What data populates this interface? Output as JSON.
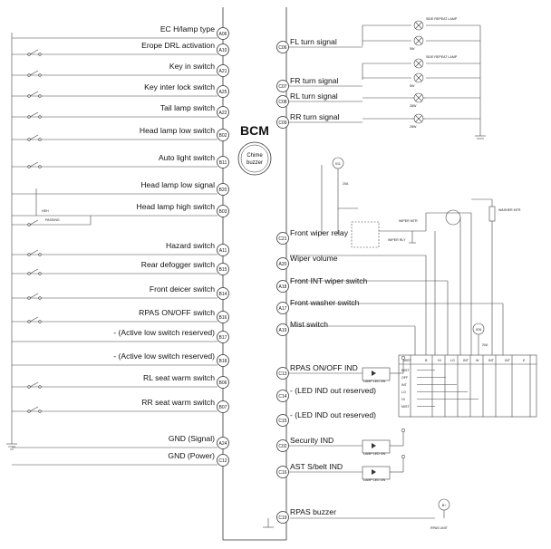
{
  "bcm": {
    "title": "BCM",
    "chime": [
      "Chime",
      "buzzer"
    ]
  },
  "inputs": [
    {
      "label": "EC H/lamp type",
      "pin": "A06",
      "sw": false
    },
    {
      "label": "Erope DRL activation",
      "pin": "A10",
      "sw": true
    },
    {
      "label": "Key in switch",
      "pin": "A21",
      "sw": true
    },
    {
      "label": "Key inter lock switch",
      "pin": "A25",
      "sw": true
    },
    {
      "label": "Tail lamp switch",
      "pin": "A22",
      "sw": true
    },
    {
      "label": "Head lamp low switch",
      "pin": "B02",
      "sw": true
    },
    {
      "label": "Auto light switch",
      "pin": "B11",
      "sw": true
    },
    {
      "label": "Head lamp low signal",
      "pin": "B20",
      "sw": false
    },
    {
      "label": "Head lamp high switch",
      "pin": "B03",
      "sw": false
    },
    {
      "label": "Hazard switch",
      "pin": "A11",
      "sw": true
    },
    {
      "label": "Rear defogger switch",
      "pin": "B15",
      "sw": true
    },
    {
      "label": "Front deicer switch",
      "pin": "B14",
      "sw": true
    },
    {
      "label": "RPAS ON/OFF switch",
      "pin": "B16",
      "sw": true
    },
    {
      "label": "- (Active low switch reserved)",
      "pin": "B17",
      "sw": false
    },
    {
      "label": "- (Active low switch reserved)",
      "pin": "B18",
      "sw": false
    },
    {
      "label": "RL seat warm switch",
      "pin": "B06",
      "sw": true
    },
    {
      "label": "RR seat warm switch",
      "pin": "B07",
      "sw": true
    },
    {
      "label": "GND (Signal)",
      "pin": "A24",
      "sw": false
    },
    {
      "label": "GND (Power)",
      "pin": "C12",
      "sw": false
    }
  ],
  "outputs": [
    {
      "label": "FL turn signal",
      "pin": "C06"
    },
    {
      "label": "FR turn signal",
      "pin": "C07"
    },
    {
      "label": "RL turn signal",
      "pin": "C08"
    },
    {
      "label": "RR turn signal",
      "pin": "C09"
    },
    {
      "label": "Front wiper relay",
      "pin": "C21"
    },
    {
      "label": "Wiper volume",
      "pin": "A20"
    },
    {
      "label": "Front INT wiper switch",
      "pin": "A18"
    },
    {
      "label": "Front washer switch",
      "pin": "A17"
    },
    {
      "label": "Mist switch",
      "pin": "A19"
    },
    {
      "label": "RPAS ON/OFF IND",
      "pin": "C13"
    },
    {
      "label": "- (LED IND out reserved)",
      "pin": "C14"
    },
    {
      "label": "- (LED IND out reserved)",
      "pin": "C15"
    },
    {
      "label": "Security IND",
      "pin": "C02"
    },
    {
      "label": "AST S/belt IND",
      "pin": "C16"
    },
    {
      "label": "RPAS buzzer",
      "pin": "C19"
    }
  ],
  "lamps": [
    "SIDE REPEAT LAMP",
    "5W",
    "SIDE REPEAT LAMP",
    "5W",
    "28W",
    "28W"
  ],
  "misc": {
    "heh": "HEH",
    "pass": "PASSING",
    "ig": "IG1",
    "fuse": "20A",
    "wiper_mtr": "WIPER MTR",
    "wiper_rly": "WIPER RLY",
    "washer_mtr": "WASHER MTR",
    "led": "LAMP LED ON",
    "batt": "B+",
    "rpas_unit": "RPAS UNIT",
    "ign": "IGN",
    "switch_cols": [
      "MIST",
      "B",
      "HI",
      "LO",
      "INT",
      "W",
      "INT",
      "INT",
      "E"
    ],
    "switch_rows": [
      "MIST",
      "OFF",
      "INT",
      "LO",
      "HI",
      "MIST"
    ]
  }
}
